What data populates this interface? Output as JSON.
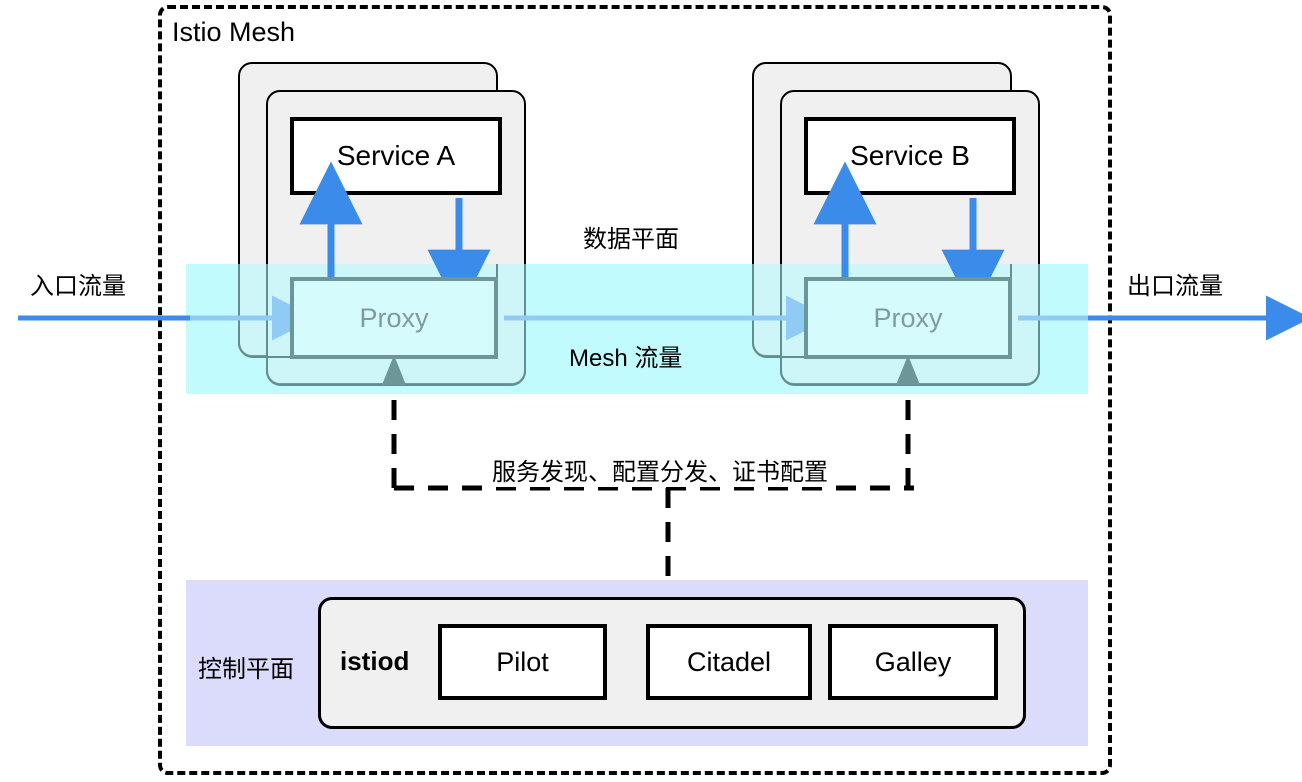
{
  "diagram": {
    "title": "Istio Mesh",
    "boundary_style": "dashed",
    "colors": {
      "blue_arrow": "#3b8bea",
      "light_blue_flow": "#8fcbf5",
      "dataplane_band": "#d0fbfc",
      "controlplane_band": "#dbdcfb",
      "proxy_border": "#6d9698",
      "proxy_fill": "#d6fbfd",
      "proxy_text": "#7f9b9d",
      "pod_fill": "#f0f0f0",
      "outline": "#000000"
    }
  },
  "labels": {
    "ingress": "入口流量",
    "egress": "出口流量",
    "data_plane": "数据平面",
    "mesh_traffic": "Mesh 流量",
    "control_plane": "控制平面",
    "xds": "服务发现、配置分发、证书配置"
  },
  "pods": [
    {
      "service": "Service A",
      "proxy": "Proxy"
    },
    {
      "service": "Service B",
      "proxy": "Proxy"
    }
  ],
  "control_plane": {
    "istiod": "istiod",
    "components": [
      {
        "name": "Pilot"
      },
      {
        "name": "Citadel"
      },
      {
        "name": "Galley"
      }
    ]
  }
}
